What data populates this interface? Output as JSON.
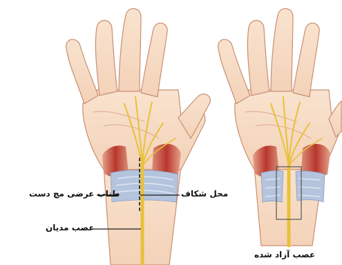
{
  "labels": {
    "transverse_ligament": "طناب عرضی مچ دست",
    "incision_site": "محل شکاف",
    "median_nerve": "عصب مدیان",
    "freed_nerve": "عصب آزاد شده"
  },
  "colors": {
    "skin": "#f6dcc4",
    "skin_outline": "#c88d72",
    "muscle": "#b83a30",
    "ligament": "#b5c4dd",
    "nerve": "#e8c13a",
    "incision_line": "#1a1a1a"
  }
}
